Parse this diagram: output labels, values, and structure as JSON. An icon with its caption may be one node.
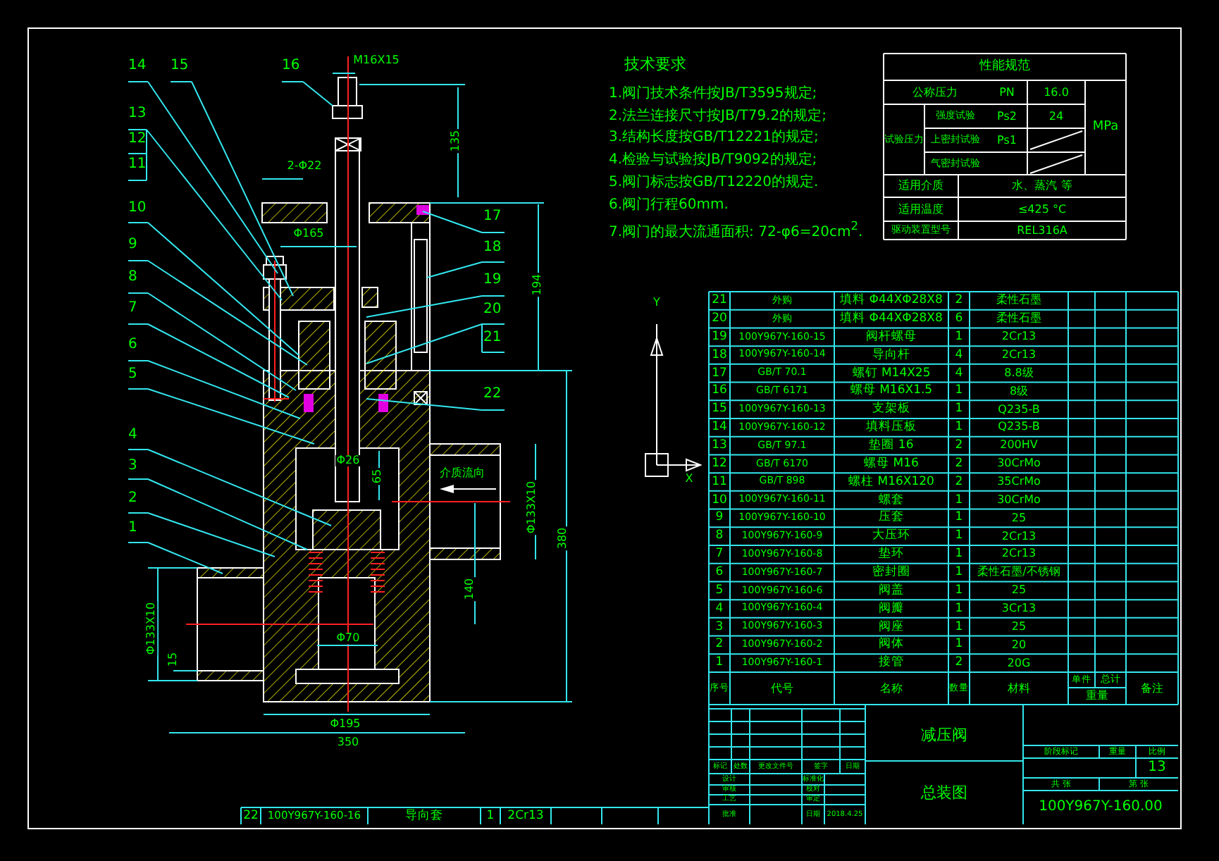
{
  "diagram": {
    "nodes": [
      {
        "text": [
          "14"
        ]
      },
      {
        "text": [
          "15"
        ]
      },
      {
        "text": [
          "16"
        ]
      },
      {
        "text": [
          "13"
        ]
      },
      {
        "text": [
          "12"
        ]
      },
      {
        "text": [
          "11"
        ]
      },
      {
        "text": [
          "10"
        ]
      },
      {
        "text": [
          "9"
        ]
      },
      {
        "text": [
          "8"
        ]
      },
      {
        "text": [
          "7"
        ]
      },
      {
        "text": [
          "6"
        ]
      },
      {
        "text": [
          "5"
        ]
      },
      {
        "text": [
          "4"
        ]
      },
      {
        "text": [
          "3"
        ]
      },
      {
        "text": [
          "2"
        ]
      },
      {
        "text": [
          "1"
        ]
      },
      {
        "text": [
          "17"
        ]
      },
      {
        "text": [
          "18"
        ]
      },
      {
        "text": [
          "19"
        ]
      },
      {
        "text": [
          "20"
        ]
      },
      {
        "text": [
          "21"
        ]
      },
      {
        "text": [
          "22"
        ]
      }
    ],
    "edges": [
      {
        "from": 0,
        "to": null,
        "arrow": "none"
      },
      {
        "from": 1,
        "to": null,
        "arrow": "none"
      },
      {
        "from": 2,
        "to": null,
        "arrow": "none"
      },
      {
        "from": 3,
        "to": null,
        "arrow": "none"
      },
      {
        "from": 4,
        "to": null,
        "arrow": "none"
      },
      {
        "from": 5,
        "to": null,
        "arrow": "none"
      },
      {
        "from": 6,
        "to": null,
        "arrow": "none"
      },
      {
        "from": 7,
        "to": null,
        "arrow": "none"
      },
      {
        "from": 8,
        "to": null,
        "arrow": "none"
      },
      {
        "from": 9,
        "to": null,
        "arrow": "none"
      },
      {
        "from": 10,
        "to": null,
        "arrow": "none"
      },
      {
        "from": 11,
        "to": null,
        "arrow": "none"
      },
      {
        "from": 12,
        "to": null,
        "arrow": "none"
      },
      {
        "from": 13,
        "to": null,
        "arrow": "none"
      },
      {
        "from": 14,
        "to": null,
        "arrow": "none"
      },
      {
        "from": 15,
        "to": null,
        "arrow": "none"
      },
      {
        "from": 16,
        "to": null,
        "arrow": "none"
      },
      {
        "from": 17,
        "to": null,
        "arrow": "none"
      },
      {
        "from": 18,
        "to": null,
        "arrow": "none"
      },
      {
        "from": 19,
        "to": null,
        "arrow": "none"
      },
      {
        "from": 20,
        "to": null,
        "arrow": "none"
      },
      {
        "from": 21,
        "to": null,
        "arrow": "none"
      }
    ],
    "labels": [
      "M16X15",
      "135",
      "2-Φ22",
      "Φ165",
      "194",
      "Φ26",
      "65",
      "Φ133X10",
      "380",
      "介质流向",
      "140",
      "Φ133X10",
      "15",
      "Φ70",
      "Φ195",
      "350",
      "Y",
      "X",
      "技术要求",
      "1.阀门技术条件按JB/T3595规定;",
      "2.法兰连接尺寸按JB/T79.2的规定;",
      "3.结构长度按GB/T12221的规定;",
      "4.检验与试验按JB/T9092的规定;",
      "5.阀门标志按GB/T12220的规定.",
      "6.阀门行程60mm.",
      "7.阀门的最大流通面积: 72-φ6=20cm$^{2}$.",
      "性能规范",
      "公称压力",
      "PN",
      "16.0",
      "试验压力",
      "强度试验",
      "Ps2",
      "24",
      "MPa",
      "上密封试验",
      "Ps1",
      "气密封试验",
      "适用介质",
      "水、蒸汽 等",
      "适用温度",
      "≤425 °C",
      "驱动装置型号",
      "REL316A",
      "21",
      "外购",
      "填料 Φ44XΦ28X8",
      "2",
      "柔性石墨",
      "20",
      "外购",
      "填料 Φ44XΦ28X8",
      "6",
      "柔性石墨",
      "19",
      "100Y967Y-160-15",
      "阀杆螺母",
      "1",
      "2Cr13",
      "18",
      "100Y967Y-160-14",
      "导向杆",
      "4",
      "2Cr13",
      "17",
      "GB/T 70.1",
      "螺钉 M14X25",
      "4",
      "8.8级",
      "16",
      "GB/T 6171",
      "螺母 M16X1.5",
      "1",
      "8级",
      "15",
      "100Y967Y-160-13",
      "支架板",
      "1",
      "Q235-B",
      "14",
      "100Y967Y-160-12",
      "填料压板",
      "1",
      "Q235-B",
      "13",
      "GB/T 97.1",
      "垫圈 16",
      "2",
      "200HV",
      "12",
      "GB/T 6170",
      "螺母 M16",
      "2",
      "30CrMo",
      "11",
      "GB/T 898",
      "螺柱 M16X120",
      "2",
      "35CrMo",
      "10",
      "100Y967Y-160-11",
      "螺套",
      "1",
      "30CrMo",
      "9",
      "100Y967Y-160-10",
      "压套",
      "1",
      "25",
      "8",
      "100Y967Y-160-9",
      "大压环",
      "1",
      "2Cr13",
      "7",
      "100Y967Y-160-8",
      "垫环",
      "1",
      "2Cr13",
      "6",
      "100Y967Y-160-7",
      "密封圈",
      "1",
      "柔性石墨/不锈钢",
      "5",
      "100Y967Y-160-6",
      "阀盖",
      "1",
      "25",
      "4",
      "100Y967Y-160-4",
      "阀瓣",
      "1",
      "3Cr13",
      "3",
      "100Y967Y-160-3",
      "阀座",
      "1",
      "25",
      "2",
      "100Y967Y-160-2",
      "阀体",
      "1",
      "20",
      "1",
      "100Y967Y-160-1",
      "接管",
      "2",
      "20G",
      "序号",
      "代号",
      "名称",
      "数量",
      "材料",
      "单件",
      "总计",
      "备注",
      "重量",
      "22",
      "100Y967Y-160-16",
      "导向套",
      "1",
      "2Cr13",
      "减压阀",
      "阶段标记",
      "重量",
      "比例",
      "13",
      "标记",
      "处数",
      "更改文件号",
      "签字",
      "日期",
      "设计",
      "标准化",
      "审核",
      "校对",
      "工艺",
      "审定",
      "批准",
      "日期",
      "2018.4.25",
      "总装图",
      "共 张",
      "第 张",
      "100Y967Y-160.00"
    ]
  }
}
